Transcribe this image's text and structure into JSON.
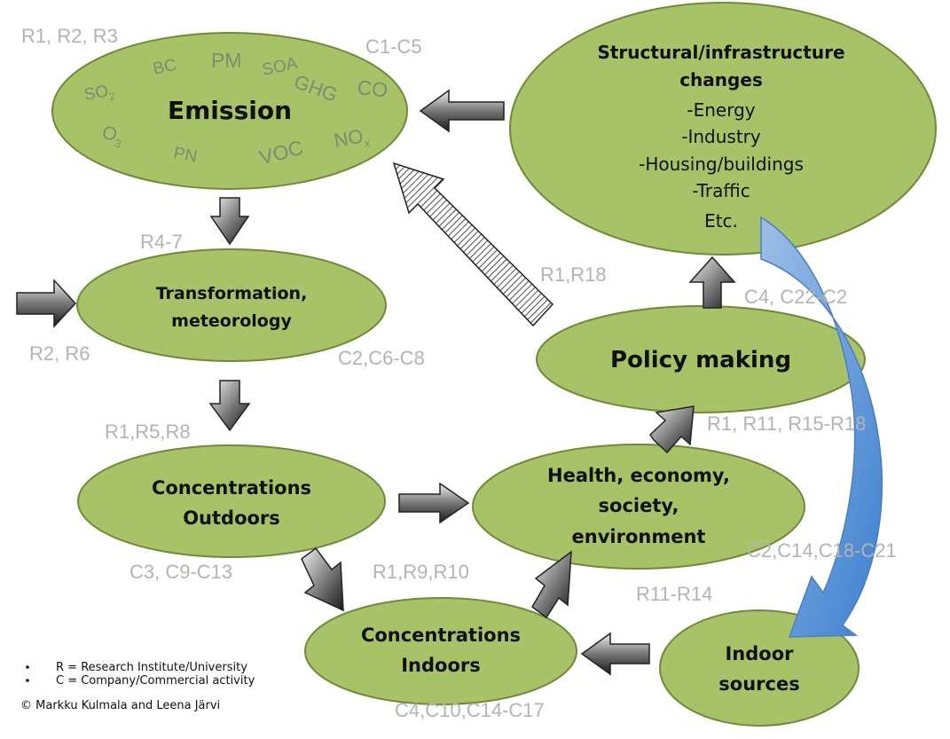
{
  "nodes": {
    "emission": "Emission",
    "structural": {
      "title_1": "Structural/infrastructure",
      "title_2": "changes",
      "items": [
        "-Energy",
        "-Industry",
        "-Housing/buildings",
        "-Traffic",
        "Etc."
      ]
    },
    "transformation": [
      "Transformation,",
      "meteorology"
    ],
    "policy": "Policy making",
    "outdoors": [
      "Concentrations",
      "Outdoors"
    ],
    "health": [
      "Health, economy,",
      "society,",
      "environment"
    ],
    "indoors": [
      "Concentrations",
      "Indoors"
    ],
    "indoor_sources": [
      "Indoor",
      "sources"
    ]
  },
  "pollutants": {
    "so2": "SO",
    "so2_sub": "2",
    "bc": "BC",
    "pm": "PM",
    "soa": "SOA",
    "ghg": "GHG",
    "co": "CO",
    "o3": "O",
    "o3_sub": "3",
    "pn": "PN",
    "voc": "VOC",
    "nox": "NO",
    "nox_sub": "x"
  },
  "refs": {
    "r1_r2_r3": "R1, R2, R3",
    "c1_c5": "C1-C5",
    "r4_7": "R4-7",
    "r2_r6": "R2, R6",
    "c2_c6_c8": "C2,C6-C8",
    "r1_r18": "R1,R18",
    "c4_c22": "C4, C22-C2",
    "r1_r5_r8": "R1,R5,R8",
    "r1_r11_r15": "R1, R11, R15-R18",
    "c3_c9_c13": "C3, C9-C13",
    "r1_r9_r10": "R1,R9,R10",
    "c2_c14_c18": "C2,C14,C18-C21",
    "r11_r14": "R11-R14",
    "c4_c10_c14": "C4,C10,C14-C17"
  },
  "legend": {
    "r_def": "R = Research Institute/University",
    "c_def": "C = Company/Commercial activity",
    "copyright": "© Markku Kulmala and Leena Järvi"
  }
}
